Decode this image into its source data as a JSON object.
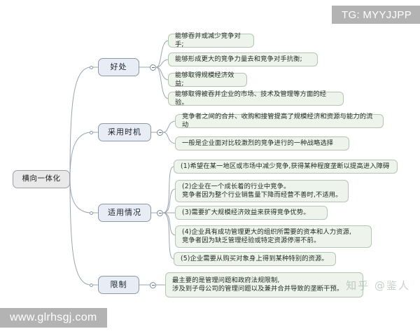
{
  "diagram": {
    "type": "mind-map",
    "root": {
      "label": "横向一体化"
    },
    "branches": [
      {
        "label": "好处",
        "leaves": [
          "能够吞并或减少竞争对手;",
          "能够形成更大的竞争力量去和竞争对手抗衡;",
          "能够取得规模经济效益;",
          "能够取得被吞并企业的市场、技术及管理等方面的经验。"
        ]
      },
      {
        "label": "采用时机",
        "leaves": [
          "竞争者之间的合并、收购和接管提高了规模经济和资源与能力的流动",
          "一般是企业面对比较激烈的竞争进行的一种战略选择"
        ]
      },
      {
        "label": "适用情况",
        "leaves": [
          "(1)希望在某一地区或市场中减少竞争,获得某种程度垄断以提高进入障碍",
          "(2)企业在一个成长着的行业中竞争。\n竞争者因为整个行业销售量下降而经营不善时,不适用。",
          "(3)需要扩大规模经济效益来获得竞争优势。",
          "(4)企业具有成功管理更大的组织所需要的资本和人力资源,\n竞争者因为缺乏管理经验或特定资源停滞不前。",
          "(5)企业需要从购买对象身上得到某种特别的资源。"
        ]
      },
      {
        "label": "限制",
        "leaves": [
          "最主要的是管理问题和政府法规限制,\n涉及到子母公司的管理问题以及兼并合并导致的垄断干预。"
        ]
      }
    ]
  },
  "watermarks": {
    "top_right": "TG: MYYJJPP",
    "bottom_left": "www.glrhsgj.com",
    "zhihu": "知乎 @鉴人"
  },
  "colors": {
    "root_fill": "#e9e9ea",
    "branch_fill": "#e8edf5",
    "leaf_fill": "#eef3ec",
    "line": "#9aa5ae",
    "watermark_bg": "#b3b3b3"
  }
}
